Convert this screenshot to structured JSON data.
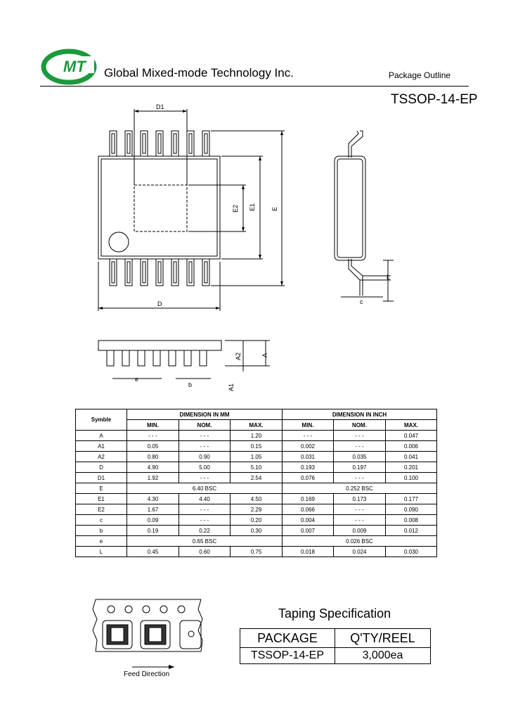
{
  "header": {
    "logo_text": "GMT",
    "company": "Global Mixed-mode Technology Inc.",
    "section": "Package Outline",
    "package_name": "TSSOP-14-EP"
  },
  "drawing_labels": {
    "D1": "D1",
    "D": "D",
    "E": "E",
    "E1": "E1",
    "E2": "E2",
    "L": "L",
    "c": "c",
    "A": "A",
    "A2": "A2",
    "A1": "A1",
    "e": "e",
    "b": "b"
  },
  "dimension_table": {
    "symbol_header": "Symble",
    "mm_header": "DIMENSION IN MM",
    "inch_header": "DIMENSION IN INCH",
    "sub_headers": [
      "MIN.",
      "NOM.",
      "MAX.",
      "MIN.",
      "NOM.",
      "MAX."
    ],
    "rows": [
      {
        "symbol": "A",
        "mm": [
          "- - -",
          "- - -",
          "1.20"
        ],
        "inch": [
          "- - -",
          "- - -",
          "0.047"
        ]
      },
      {
        "symbol": "A1",
        "mm": [
          "0.05",
          "- - -",
          "0.15"
        ],
        "inch": [
          "0.002",
          "- - -",
          "0.006"
        ]
      },
      {
        "symbol": "A2",
        "mm": [
          "0.80",
          "0.90",
          "1.05"
        ],
        "inch": [
          "0.031",
          "0.035",
          "0.041"
        ]
      },
      {
        "symbol": "D",
        "mm": [
          "4.90",
          "5.00",
          "5.10"
        ],
        "inch": [
          "0.193",
          "0.197",
          "0.201"
        ]
      },
      {
        "symbol": "D1",
        "mm": [
          "1.92",
          "- - -",
          "2.54"
        ],
        "inch": [
          "0.076",
          "- - -",
          "0.100"
        ]
      },
      {
        "symbol": "E",
        "mm_span": "6.40 BSC",
        "inch_span": "0.252 BSC"
      },
      {
        "symbol": "E1",
        "mm": [
          "4.30",
          "4.40",
          "4.50"
        ],
        "inch": [
          "0.169",
          "0.173",
          "0.177"
        ]
      },
      {
        "symbol": "E2",
        "mm": [
          "1.67",
          "- - -",
          "2.29"
        ],
        "inch": [
          "0.066",
          "- - -",
          "0.090"
        ]
      },
      {
        "symbol": "c",
        "mm": [
          "0.09",
          "- - -",
          "0.20"
        ],
        "inch": [
          "0.004",
          "- - -",
          "0.008"
        ]
      },
      {
        "symbol": "b",
        "mm": [
          "0.19",
          "0.22",
          "0.30"
        ],
        "inch": [
          "0.007",
          "0.009",
          "0.012"
        ]
      },
      {
        "symbol": "e",
        "mm_span": "0.65 BSC",
        "inch_span": "0.026 BSC"
      },
      {
        "symbol": "L",
        "mm": [
          "0.45",
          "0.60",
          "0.75"
        ],
        "inch": [
          "0.018",
          "0.024",
          "0.030"
        ]
      }
    ]
  },
  "taping": {
    "title": "Taping Specification",
    "headers": [
      "PACKAGE",
      "Q'TY/REEL"
    ],
    "rows": [
      [
        "TSSOP-14-EP",
        "3,000ea"
      ]
    ],
    "feed_direction": "Feed Direction"
  }
}
